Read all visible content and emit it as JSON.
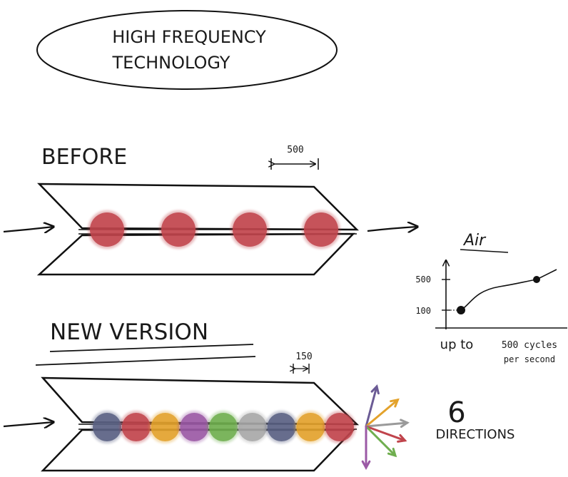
{
  "title": {
    "line1": "HIGH FREQUENCY",
    "line2": "TECHNOLOGY"
  },
  "before": {
    "heading": "BEFORE",
    "spacing_label": "500",
    "ball_colors": [
      "#c0444c",
      "#c0444c",
      "#c0444c",
      "#c0444c"
    ]
  },
  "new_version": {
    "heading": "NEW VERSION",
    "spacing_label": "150",
    "ball_colors": [
      "#5a6183",
      "#c0444c",
      "#e3a22c",
      "#9b59a5",
      "#6fae4f",
      "#a7a7a7",
      "#5a6183",
      "#e3a22c",
      "#c0444c"
    ],
    "directions_count": "6",
    "directions_label": "DIRECTIONS",
    "arrow_colors": [
      "#6b5b95",
      "#e3a22c",
      "#9a9a9a",
      "#c0444c",
      "#6fae4f",
      "#9b59a5"
    ]
  },
  "air_graph": {
    "title": "Air",
    "y_ticks": [
      "500",
      "100"
    ],
    "x_labels": {
      "left": "up to",
      "right_line1": "500 cycles",
      "right_line2": "per second"
    }
  }
}
